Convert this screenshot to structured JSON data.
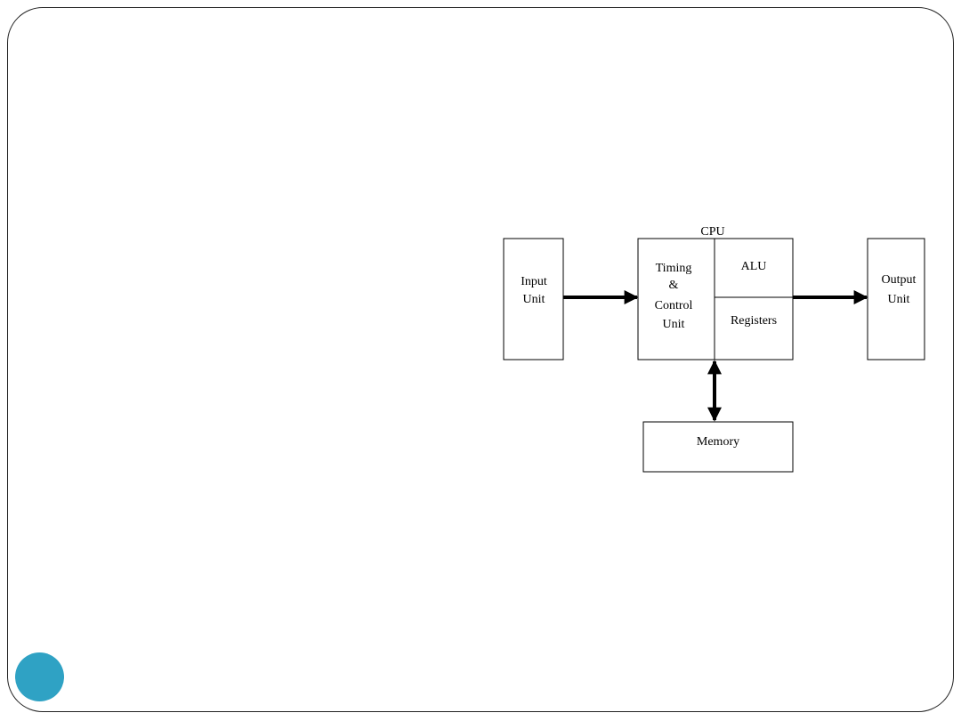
{
  "diagram": {
    "cpu_label": "CPU",
    "input_unit": [
      "Input",
      "Unit"
    ],
    "timing_control_unit": [
      "Timing",
      "&",
      "Control",
      "Unit"
    ],
    "alu": "ALU",
    "registers": "Registers",
    "output_unit": [
      "Output",
      "Unit"
    ],
    "memory": "Memory"
  },
  "accent_color": "#2fa2c4"
}
